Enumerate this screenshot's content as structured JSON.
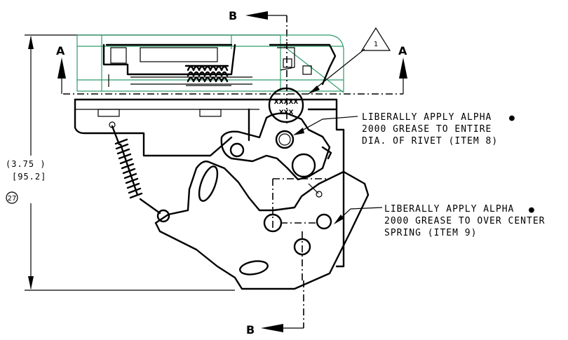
{
  "section_marks": {
    "top": "B",
    "bottom": "B",
    "left": "A",
    "right": "A"
  },
  "dimension": {
    "inch": "(3.75  )",
    "mm": "[95.2]",
    "balloon": "27"
  },
  "flag_note": "1",
  "rivet_labels": {
    "line1": "XXXXX",
    "line2": "XXX"
  },
  "notes": [
    {
      "lines": [
        "LIBERALLY APPLY ALPHA",
        "2000 GREASE TO ENTIRE",
        "DIA. OF RIVET (ITEM 8)"
      ],
      "bullet_symbol": "●"
    },
    {
      "lines": [
        "LIBERALLY APPLY ALPHA",
        "2000 GREASE TO OVER CENTER",
        "SPRING (ITEM 9)"
      ],
      "bullet_symbol": "●"
    }
  ],
  "colors": {
    "outline": "#000000",
    "housing_highlight": "#2e9c6c"
  }
}
